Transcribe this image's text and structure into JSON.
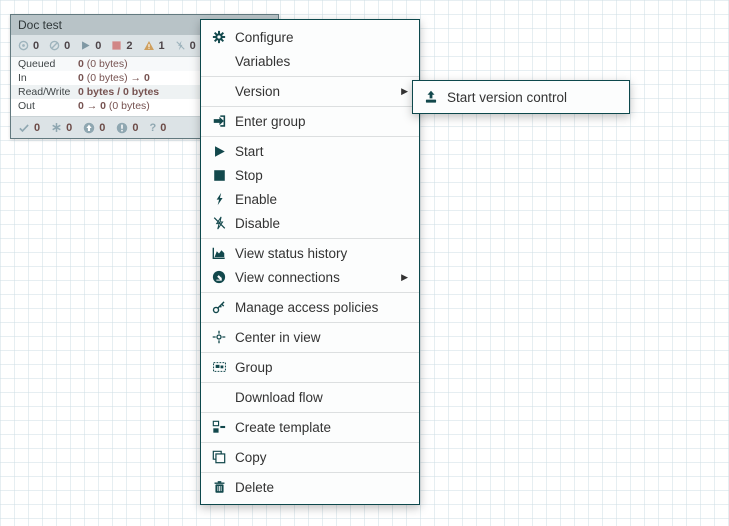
{
  "process_group": {
    "title": "Doc test",
    "header_counts": {
      "transmitting": "0",
      "not_transmitting": "0",
      "running": "0",
      "stopped": "2",
      "invalid": "1",
      "disabled": "0"
    },
    "stats": {
      "queued": {
        "label": "Queued",
        "bold": "0",
        "normal": " (0 bytes)",
        "bold2": ""
      },
      "in": {
        "label": "In",
        "bold": "0",
        "normal": " (0 bytes) ",
        "bold2": "→ 0"
      },
      "readwrite": {
        "label": "Read/Write",
        "bold": "0 bytes / 0 bytes",
        "normal": "",
        "bold2": ""
      },
      "out": {
        "label": "Out",
        "bold": "0 → 0",
        "normal": " (0 bytes)",
        "bold2": ""
      }
    },
    "version_counts": {
      "up_to_date": "0",
      "locally_modified": "0",
      "stale": "0",
      "locally_modified_stale": "0",
      "sync_failure": "0",
      "sync_failure_glyph": "?"
    }
  },
  "context_menu": {
    "submenu_arrow": "▶",
    "items": [
      {
        "label": "Configure",
        "icon": "gear-icon"
      },
      {
        "label": "Variables",
        "icon": ""
      },
      {
        "label": "Version",
        "icon": "",
        "submenu": true
      },
      {
        "label": "Enter group",
        "icon": "sign-in-icon"
      },
      {
        "label": "Start",
        "icon": "play-icon"
      },
      {
        "label": "Stop",
        "icon": "stop-icon"
      },
      {
        "label": "Enable",
        "icon": "bolt-icon"
      },
      {
        "label": "Disable",
        "icon": "bolt-slash-icon"
      },
      {
        "label": "View status history",
        "icon": "area-chart-icon"
      },
      {
        "label": "View connections",
        "icon": "circle-arrow-icon",
        "submenu": true
      },
      {
        "label": "Manage access policies",
        "icon": "key-icon"
      },
      {
        "label": "Center in view",
        "icon": "crosshairs-icon"
      },
      {
        "label": "Group",
        "icon": "object-group-icon"
      },
      {
        "label": "Download flow",
        "icon": ""
      },
      {
        "label": "Create template",
        "icon": "template-icon"
      },
      {
        "label": "Copy",
        "icon": "copy-icon"
      },
      {
        "label": "Delete",
        "icon": "trash-icon"
      }
    ]
  },
  "submenu": {
    "items": [
      {
        "label": "Start version control",
        "icon": "upload-icon"
      }
    ]
  },
  "colors": {
    "accent": "#12484c",
    "stopped": "#d18686",
    "invalid": "#cf9f5d",
    "stat_value": "#775351",
    "group_header_bg": "#b8c3c7",
    "group_band_bg": "#dce3e6",
    "muted_icon": "#9fb4bd"
  }
}
